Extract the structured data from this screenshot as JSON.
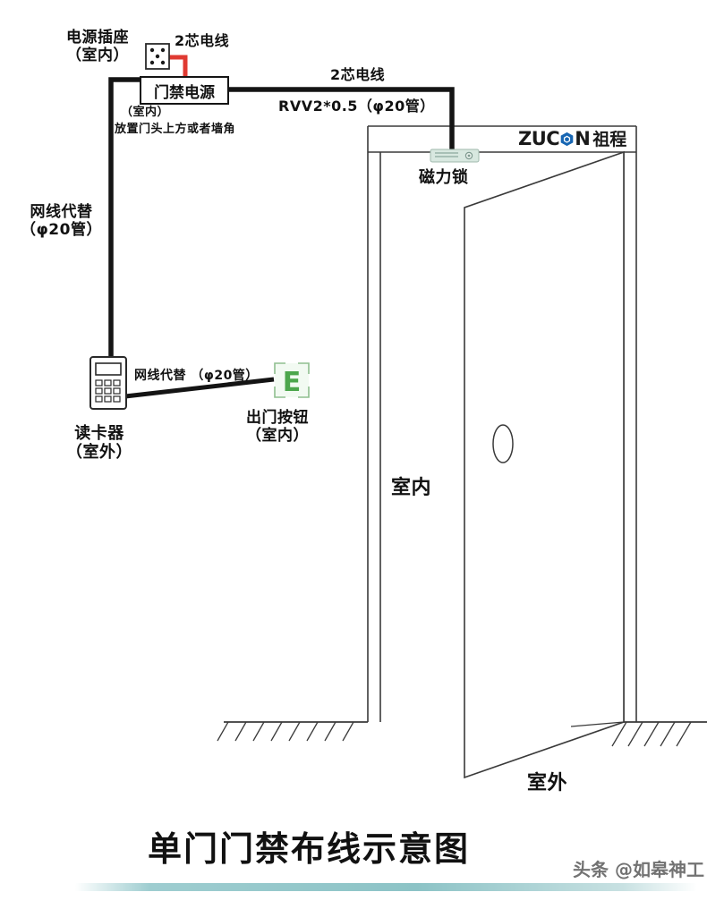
{
  "diagram": {
    "title": "单门门禁布线示意图",
    "watermark": "头条 @如皋神工",
    "brand": {
      "name_latin_1": "ZUC",
      "name_latin_2": "N",
      "name_cn": "祖程",
      "logo_icon": "hexagon-logo-icon",
      "logo_color": "#1766b3"
    },
    "colors": {
      "wire_power_red": "#e03a32",
      "wire_signal_black": "#141414",
      "accent_bar": "#8cc3c6",
      "exit_button_green": "#4da64d",
      "maglock_body": "#d8e8e0"
    },
    "components": {
      "socket": {
        "label_line1": "电源插座",
        "label_line2": "（室内）",
        "icon": "power-socket-icon"
      },
      "power_supply": {
        "title": "门禁电源",
        "sub_label": "（室内）",
        "note": "放置门头上方或者墙角"
      },
      "card_reader": {
        "label_line1": "读卡器",
        "label_line2": "（室外）",
        "icon": "card-reader-icon"
      },
      "exit_button": {
        "glyph": "E",
        "label_line1": "出门按钮",
        "label_line2": "（室内）",
        "icon": "exit-button-icon"
      },
      "mag_lock": {
        "label": "磁力锁",
        "icon": "magnetic-lock-icon"
      }
    },
    "wires": {
      "socket_to_psu": "2芯电线",
      "psu_to_lock_line1": "2芯电线",
      "psu_to_lock_line2": "RVV2*0.5（φ20管）",
      "psu_to_reader_line1": "网线代替",
      "psu_to_reader_line2": "（φ20管）",
      "reader_to_exit": "网线代替 （φ20管）"
    },
    "zones": {
      "indoor": "室内",
      "outdoor": "室外"
    }
  }
}
